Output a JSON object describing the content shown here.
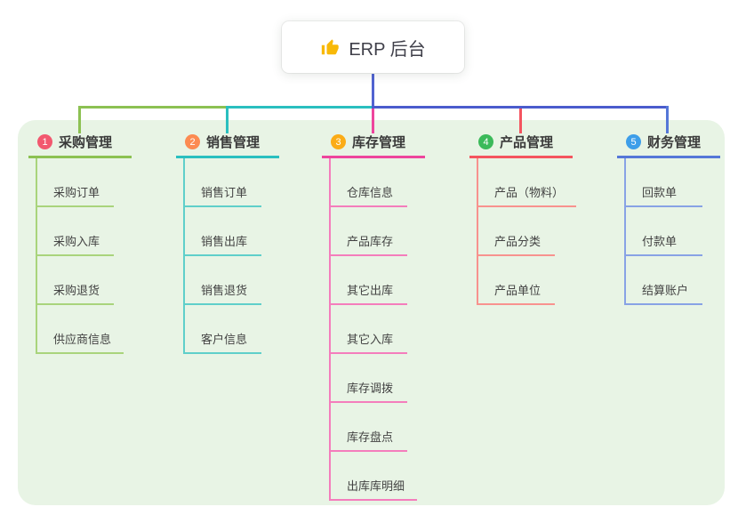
{
  "root": {
    "label": "ERP 后台",
    "icon": "thumbs-up-icon",
    "icon_color": "#f8b908"
  },
  "canvas": {
    "page_background": "#ffffff",
    "panel_background": "#e8f4e5",
    "trunk_stem_color": "#5163d1",
    "trunk_right_color": "#4a5ccd"
  },
  "branches": [
    {
      "number": "1",
      "label": "采购管理",
      "badge_color": "#f2586f",
      "line_color": "#8cc152",
      "child_line_color": "#a9d47c",
      "children": [
        "采购订单",
        "采购入库",
        "采购退货",
        "供应商信息"
      ]
    },
    {
      "number": "2",
      "label": "销售管理",
      "badge_color": "#fc8b52",
      "line_color": "#2abfbf",
      "child_line_color": "#5fcfca",
      "children": [
        "销售订单",
        "销售出库",
        "销售退货",
        "客户信息"
      ]
    },
    {
      "number": "3",
      "label": "库存管理",
      "badge_color": "#fbac16",
      "line_color": "#ee459d",
      "child_line_color": "#f47dbc",
      "children": [
        "仓库信息",
        "产品库存",
        "其它出库",
        "其它入库",
        "库存调拨",
        "库存盘点",
        "出库库明细"
      ]
    },
    {
      "number": "4",
      "label": "产品管理",
      "badge_color": "#3bba5a",
      "line_color": "#f4545f",
      "child_line_color": "#f8928e",
      "children": [
        "产品（物料）",
        "产品分类",
        "产品单位"
      ]
    },
    {
      "number": "5",
      "label": "财务管理",
      "badge_color": "#3d9ee9",
      "line_color": "#5577d8",
      "child_line_color": "#88a2e5",
      "children": [
        "回款单",
        "付款单",
        "结算账户"
      ]
    }
  ]
}
